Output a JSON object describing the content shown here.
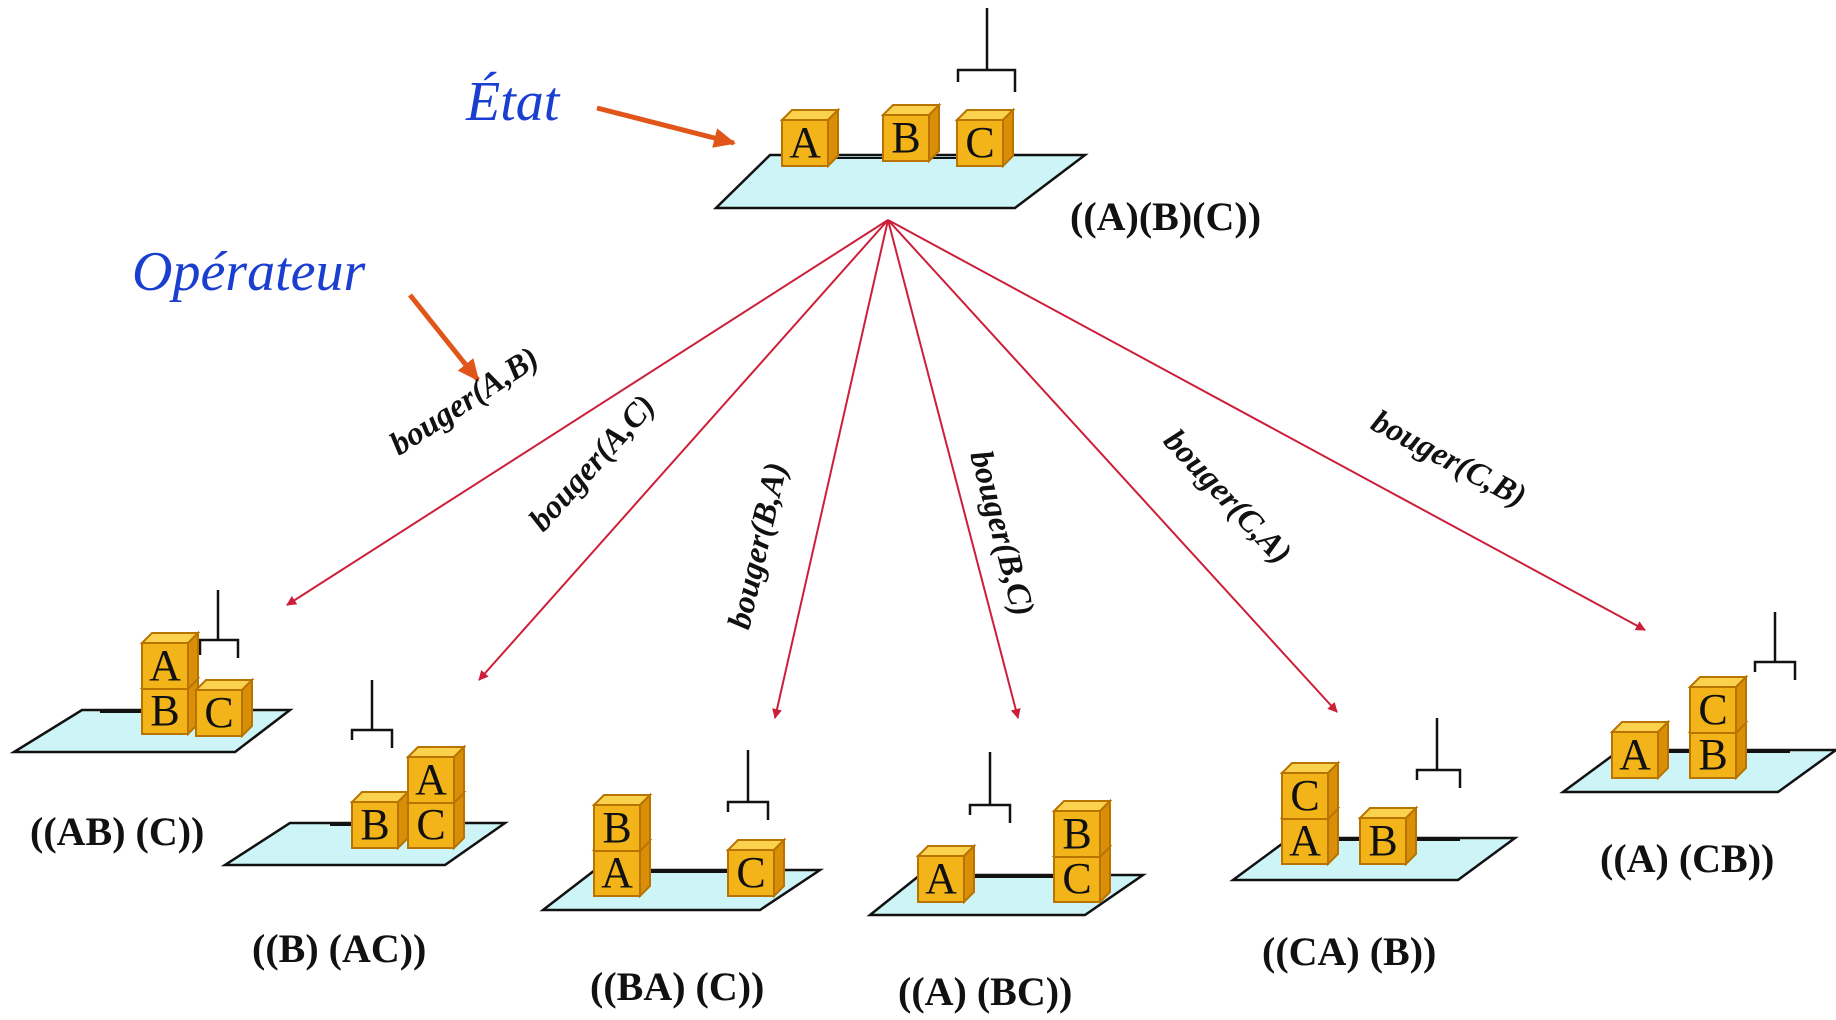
{
  "concepts": {
    "state_label": "État",
    "operator_label": "Opérateur"
  },
  "colors": {
    "block_fill": "#f2b418",
    "block_top": "#fbd24e",
    "block_side": "#d98e08",
    "block_edge": "#b87300",
    "table_fill": "#cdf4f6",
    "edge_arrow": "#cc1f3a",
    "pointer_arrow": "#e0561a",
    "concept_text": "#1a3fd0"
  },
  "root": {
    "label": "((A)(B)(C))",
    "blocks": [
      "A",
      "B",
      "C"
    ]
  },
  "operators": [
    {
      "label": "bouger(A,B)"
    },
    {
      "label": "bouger(A,C)"
    },
    {
      "label": "bouger(B,A)"
    },
    {
      "label": "bouger(B,C)"
    },
    {
      "label": "bouger(C,A)"
    },
    {
      "label": "bouger(C,B)"
    }
  ],
  "children": [
    {
      "label": "((AB) (C))",
      "stack": [
        "B",
        "A"
      ],
      "other": [
        "C"
      ]
    },
    {
      "label": "((B) (AC))",
      "stack": [
        "B"
      ],
      "other": [
        "C",
        "A"
      ]
    },
    {
      "label": "((BA) (C))",
      "stack": [
        "A",
        "B"
      ],
      "other": [
        "C"
      ]
    },
    {
      "label": "((A) (BC))",
      "stack": [
        "A"
      ],
      "other": [
        "C",
        "B"
      ]
    },
    {
      "label": "((CA) (B))",
      "stack": [
        "A",
        "C"
      ],
      "other": [
        "B"
      ]
    },
    {
      "label": "((A) (CB))",
      "stack": [
        "A"
      ],
      "other": [
        "B",
        "C"
      ]
    }
  ]
}
